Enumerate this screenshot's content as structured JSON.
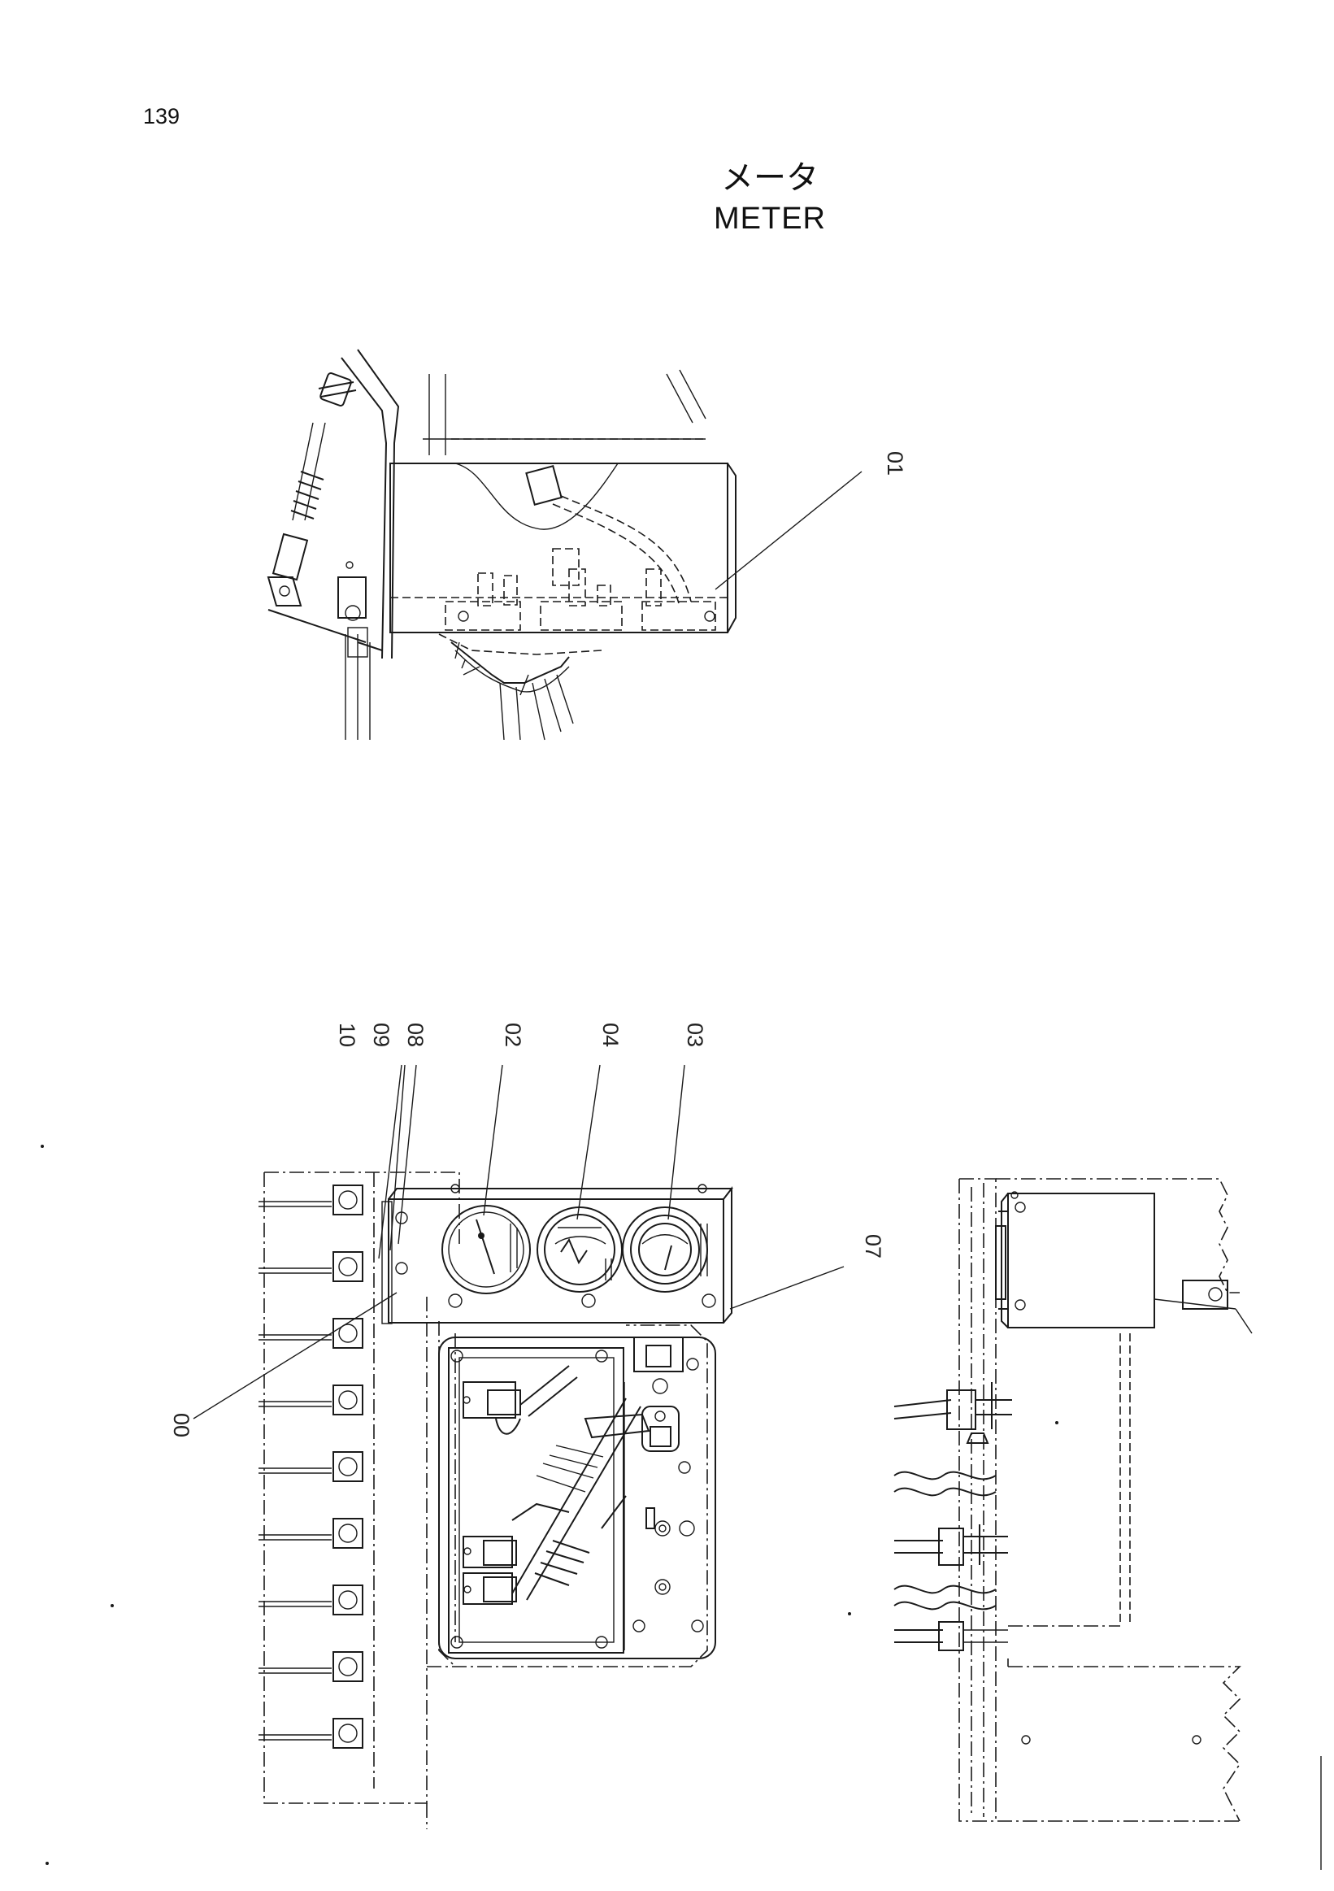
{
  "page": {
    "number": "139"
  },
  "title": {
    "japanese": "メータ",
    "english": "METER"
  },
  "callouts": {
    "c01": "01",
    "c10": "10",
    "c09": "09",
    "c08": "08",
    "c02": "02",
    "c04": "04",
    "c03": "03",
    "c07": "07",
    "c00": "00"
  }
}
